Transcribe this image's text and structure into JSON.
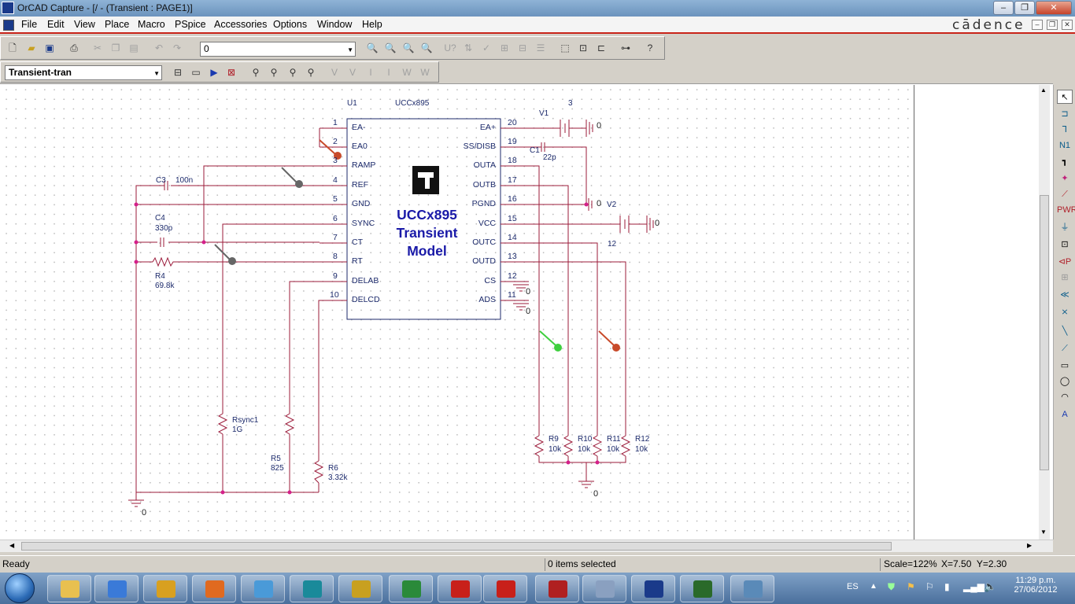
{
  "window": {
    "title": "OrCAD Capture - [/ - (Transient : PAGE1)]",
    "controls": [
      "‒",
      "❐",
      "✕"
    ],
    "mdi_controls": [
      "‒",
      "❐",
      "✕"
    ]
  },
  "menubar": {
    "items": [
      "File",
      "Edit",
      "View",
      "Place",
      "Macro",
      "PSpice",
      "Accessories",
      "Options",
      "Window",
      "Help"
    ],
    "brand": "cādence"
  },
  "toolbar": {
    "part_combo_value": "0",
    "profile_combo_value": "Transient-tran"
  },
  "schematic": {
    "ic": {
      "refdes": "U1",
      "part": "UCCx895",
      "model_line1": "UCCx895",
      "model_line2": "Transient",
      "model_line3": "Model",
      "left_pins": [
        {
          "num": "1",
          "name": "EA-"
        },
        {
          "num": "2",
          "name": "EA0"
        },
        {
          "num": "3",
          "name": "RAMP"
        },
        {
          "num": "4",
          "name": "REF"
        },
        {
          "num": "5",
          "name": "GND"
        },
        {
          "num": "6",
          "name": "SYNC"
        },
        {
          "num": "7",
          "name": "CT"
        },
        {
          "num": "8",
          "name": "RT"
        },
        {
          "num": "9",
          "name": "DELAB"
        },
        {
          "num": "10",
          "name": "DELCD"
        }
      ],
      "right_pins": [
        {
          "num": "20",
          "name": "EA+"
        },
        {
          "num": "19",
          "name": "SS/DISB"
        },
        {
          "num": "18",
          "name": "OUTA"
        },
        {
          "num": "17",
          "name": "OUTB"
        },
        {
          "num": "16",
          "name": "PGND"
        },
        {
          "num": "15",
          "name": "VCC"
        },
        {
          "num": "14",
          "name": "OUTC"
        },
        {
          "num": "13",
          "name": "OUTD"
        },
        {
          "num": "12",
          "name": "CS"
        },
        {
          "num": "11",
          "name": "ADS"
        }
      ]
    },
    "parts": {
      "c3_ref": "C3",
      "c3_val": "100n",
      "c4_ref": "C4",
      "c4_val": "330p",
      "r4_ref": "R4",
      "r4_val": "69.8k",
      "rsync_ref": "Rsync1",
      "rsync_val": "1G",
      "r5_ref": "R5",
      "r5_val": "825",
      "r6_ref": "R6",
      "r6_val": "3.32k",
      "v1_ref": "V1",
      "v1_val": "3",
      "v2_ref": "V2",
      "v2_val": "12",
      "c1_ref": "C1",
      "c1_val": "22p",
      "r9_ref": "R9",
      "r9_val": "10k",
      "r10_ref": "R10",
      "r10_val": "10k",
      "r11_ref": "R11",
      "r11_val": "10k",
      "r12_ref": "R12",
      "r12_val": "10k",
      "gnd_label": "0"
    }
  },
  "status": {
    "left": "Ready",
    "selection": "0 items selected",
    "scale": "Scale=122%",
    "coords": "X=7.50  Y=2.30"
  },
  "taskbar": {
    "language": "ES",
    "time": "11:29 p.m.",
    "date": "27/06/2012",
    "apps": [
      "explorer",
      "media-player",
      "chrome",
      "firefox",
      "messenger",
      "orcad-schematic",
      "tool",
      "excel",
      "flash",
      "acrobat",
      "calendar",
      "calculator",
      "chip-tool",
      "waveform",
      "photo-viewer"
    ]
  },
  "colors": {
    "wire": "#9b1b3a",
    "pin": "#9b1b3a",
    "model_text": "#1a1aa8",
    "probe_red": "#c84a2a",
    "probe_gray": "#666666",
    "probe_green": "#3fcf3f"
  }
}
